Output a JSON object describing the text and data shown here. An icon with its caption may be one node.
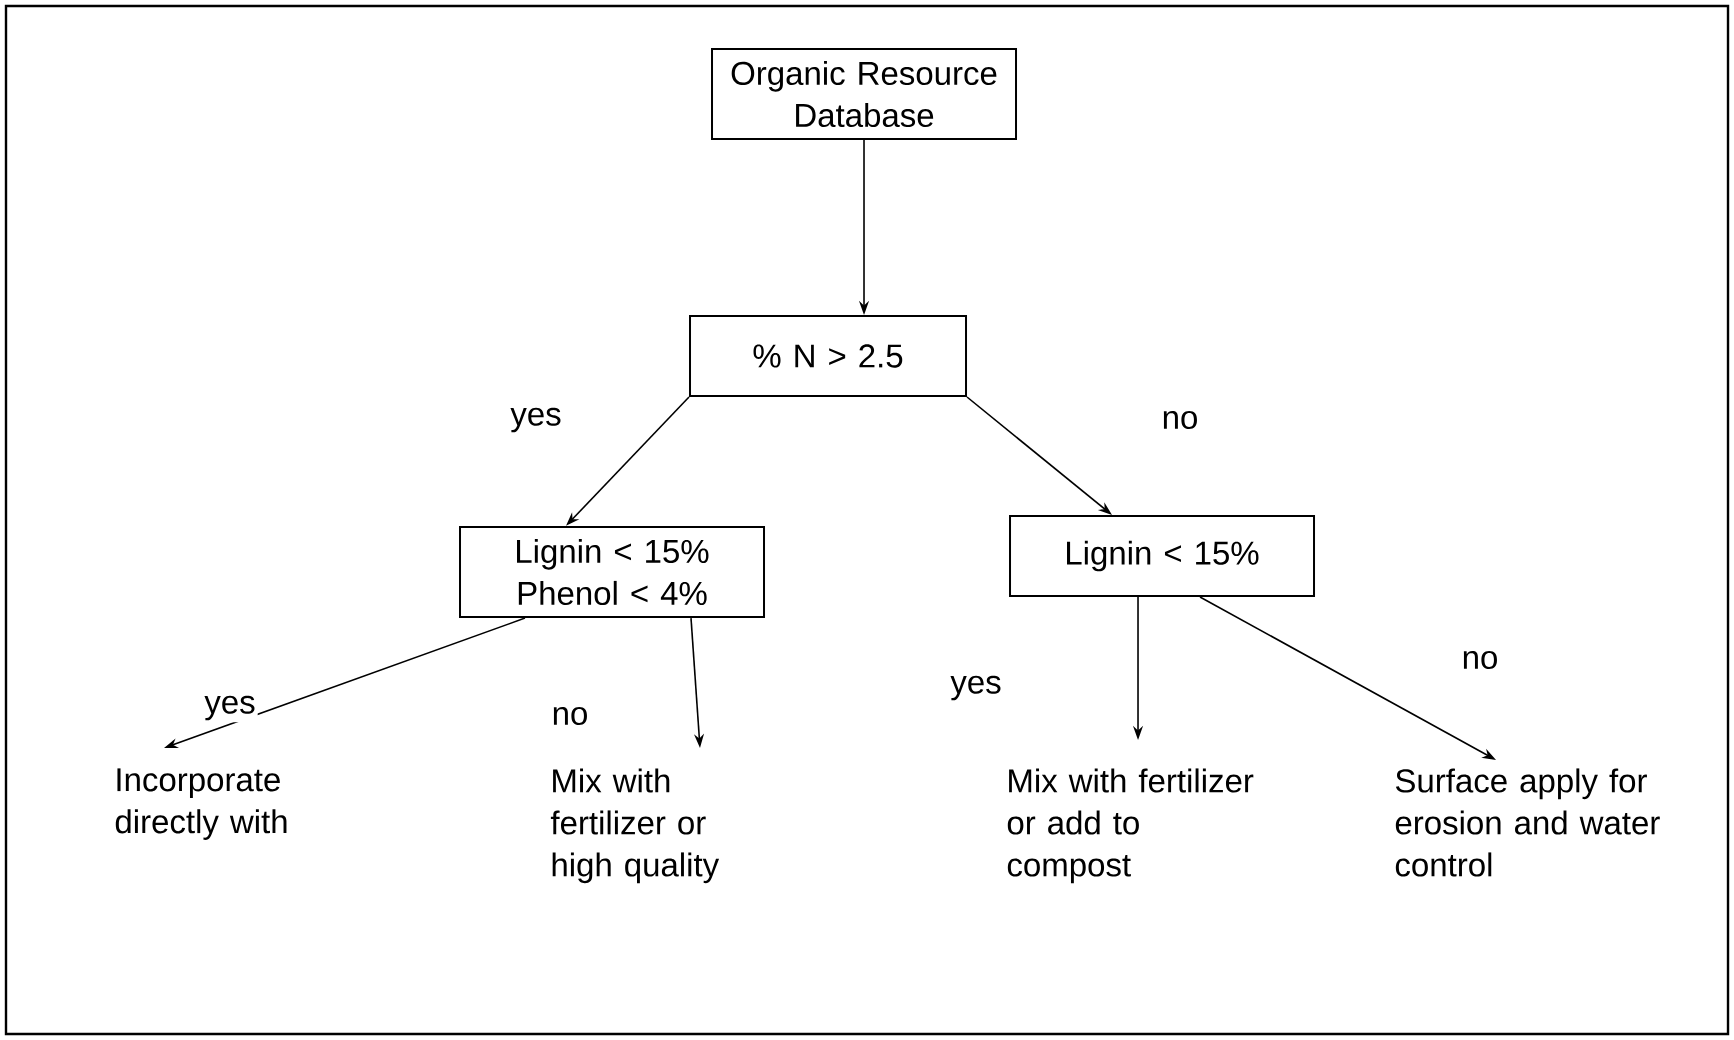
{
  "diagram": {
    "nodes": [
      {
        "text": [
          "Organic Resource Database"
        ]
      },
      {
        "text": [
          "% N > 2.5"
        ]
      },
      {
        "text": [
          "Lignin < 15% Phenol < 4%"
        ]
      },
      {
        "text": [
          "Lignin < 15%"
        ]
      },
      {
        "text": [
          "Incorporate directly with"
        ]
      },
      {
        "text": [
          "Mix with fertilizer or high quality"
        ]
      },
      {
        "text": [
          "Mix with fertilizer or add to compost"
        ]
      },
      {
        "text": [
          "Surface apply for erosion and water control"
        ]
      }
    ],
    "edges": [
      {
        "from": 0,
        "to": 1,
        "arrow": "to"
      },
      {
        "from": 1,
        "to": 2,
        "arrow": "to",
        "label": "yes"
      },
      {
        "from": 1,
        "to": 3,
        "arrow": "to",
        "label": "no"
      },
      {
        "from": 2,
        "to": 4,
        "arrow": "to",
        "label": "yes"
      },
      {
        "from": 2,
        "to": 5,
        "arrow": "to",
        "label": "no"
      },
      {
        "from": 3,
        "to": 6,
        "arrow": "to",
        "label": "yes"
      },
      {
        "from": 3,
        "to": 7,
        "arrow": "to",
        "label": "no"
      }
    ]
  }
}
